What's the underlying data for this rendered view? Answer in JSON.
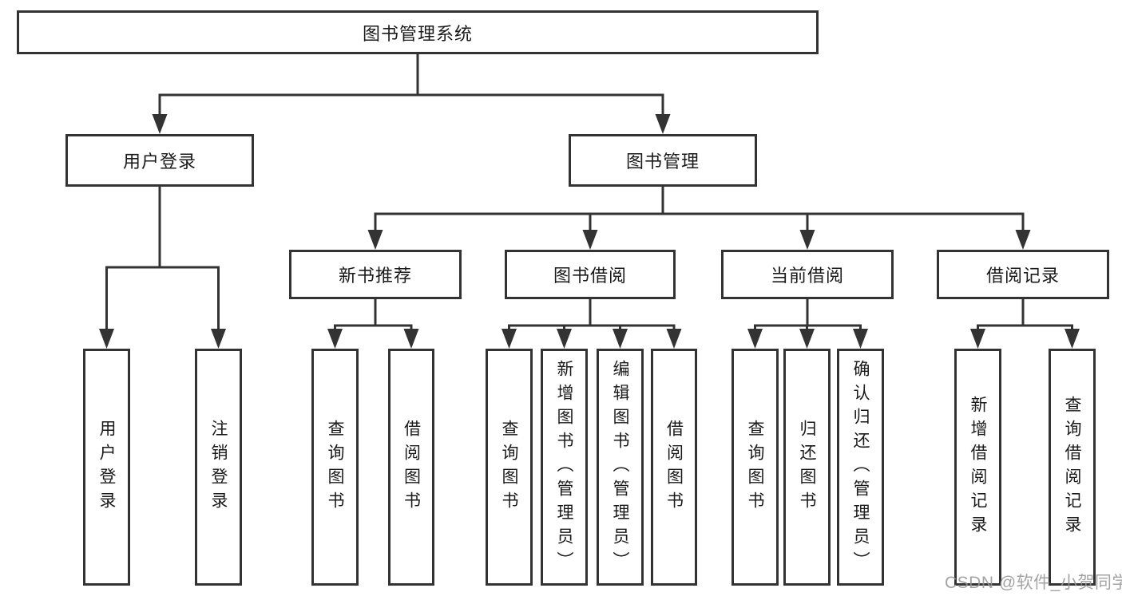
{
  "tree": {
    "root": "图书管理系统",
    "branches": [
      {
        "label": "用户登录",
        "children": [
          "用户登录",
          "注销登录"
        ]
      },
      {
        "label": "图书管理",
        "children": [
          {
            "label": "新书推荐",
            "children": [
              "查询图书",
              "借阅图书"
            ]
          },
          {
            "label": "图书借阅",
            "children": [
              "查询图书",
              "新增图书（管理员）",
              "编辑图书（管理员）",
              "借阅图书"
            ]
          },
          {
            "label": "当前借阅",
            "children": [
              "查询图书",
              "归还图书",
              "确认归还（管理员）"
            ]
          },
          {
            "label": "借阅记录",
            "children": [
              "新增借阅记录",
              "查询借阅记录"
            ]
          }
        ]
      }
    ]
  },
  "watermark": {
    "text": "CSDN @软件_小贺同学"
  },
  "colors": {
    "line": "#333333",
    "box_border": "#333333",
    "box_fill": "#ffffff",
    "text": "#1a1a1a",
    "watermark": "#969696",
    "background": "#ffffff"
  }
}
